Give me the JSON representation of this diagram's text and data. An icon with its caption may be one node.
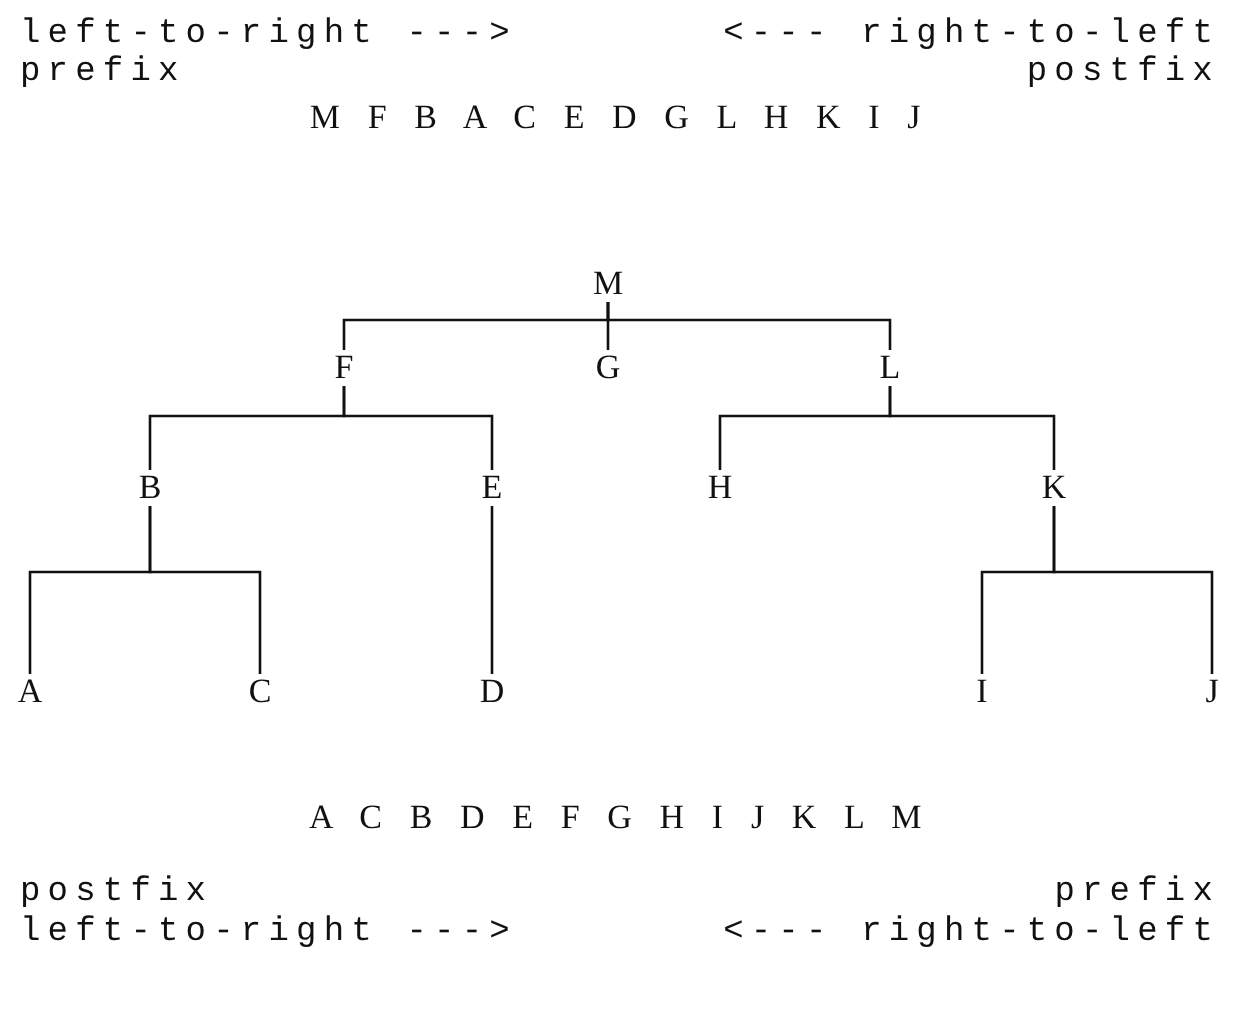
{
  "diagram": {
    "nodes": [
      {
        "text": [
          "M"
        ]
      },
      {
        "text": [
          "F"
        ]
      },
      {
        "text": [
          "G"
        ]
      },
      {
        "text": [
          "L"
        ]
      },
      {
        "text": [
          "B"
        ]
      },
      {
        "text": [
          "E"
        ]
      },
      {
        "text": [
          "H"
        ]
      },
      {
        "text": [
          "K"
        ]
      },
      {
        "text": [
          "A"
        ]
      },
      {
        "text": [
          "C"
        ]
      },
      {
        "text": [
          "D"
        ]
      },
      {
        "text": [
          "I"
        ]
      },
      {
        "text": [
          "J"
        ]
      }
    ],
    "edges": [
      {
        "from": 0,
        "to": 1,
        "arrow": "none"
      },
      {
        "from": 0,
        "to": 2,
        "arrow": "none"
      },
      {
        "from": 0,
        "to": 3,
        "arrow": "none"
      },
      {
        "from": 1,
        "to": 4,
        "arrow": "none"
      },
      {
        "from": 1,
        "to": 5,
        "arrow": "none"
      },
      {
        "from": 3,
        "to": 6,
        "arrow": "none"
      },
      {
        "from": 3,
        "to": 7,
        "arrow": "none"
      },
      {
        "from": 4,
        "to": 8,
        "arrow": "none"
      },
      {
        "from": 4,
        "to": 9,
        "arrow": "none"
      },
      {
        "from": 5,
        "to": 10,
        "arrow": "none"
      },
      {
        "from": 7,
        "to": 11,
        "arrow": "none"
      },
      {
        "from": 7,
        "to": 12,
        "arrow": "none"
      }
    ],
    "labels": [
      "left-to-right --->",
      "<--- right-to-left",
      "prefix",
      "postfix",
      "M F B A C E D G L H K I J",
      "A C B D E F G H I J K L M",
      "postfix",
      "prefix",
      "left-to-right --->",
      "<--- right-to-left"
    ]
  }
}
